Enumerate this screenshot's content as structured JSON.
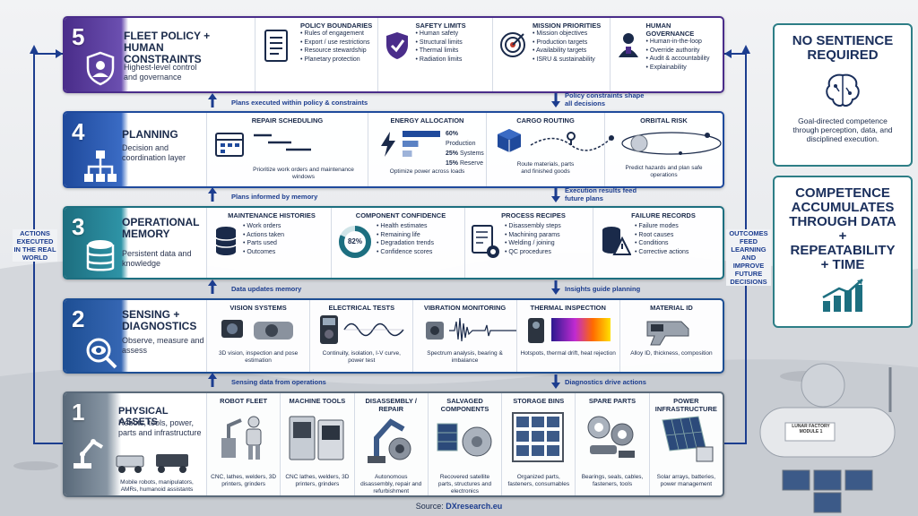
{
  "source_prefix": "Source: ",
  "source_link": "DXresearch.eu",
  "left_label": "ACTIONS EXECUTED IN THE REAL WORLD",
  "right_label": "OUTCOMES FEED LEARNING AND IMPROVE FUTURE DECISIONS",
  "side1": {
    "title": "NO SENTIENCE REQUIRED",
    "text": "Goal-directed competence through perception, data, and disciplined execution."
  },
  "side2": {
    "title": "COMPETENCE ACCUMULATES THROUGH DATA + REPEATABILITY + TIME"
  },
  "connectors": {
    "l5_left": "Plans executed within policy & constraints",
    "l5_right": "Policy constraints shape all decisions",
    "l4_left": "Plans informed by memory",
    "l4_right": "Execution results feed future plans",
    "l3_left": "Data updates memory",
    "l3_right": "Insights guide planning",
    "l2_left": "Sensing data from operations",
    "l2_right": "Diagnostics drive actions"
  },
  "layer5": {
    "num": "5",
    "title": "FLEET POLICY + HUMAN CONSTRAINTS",
    "sub": "Highest-level control and governance",
    "cards": [
      {
        "title": "POLICY BOUNDARIES",
        "items": [
          "Rules of engagement",
          "Export / use restrictions",
          "Resource stewardship",
          "Planetary protection"
        ]
      },
      {
        "title": "SAFETY LIMITS",
        "items": [
          "Human safety",
          "Structural limits",
          "Thermal limits",
          "Radiation limits"
        ]
      },
      {
        "title": "MISSION PRIORITIES",
        "items": [
          "Mission objectives",
          "Production targets",
          "Availability targets",
          "ISRU & sustainability"
        ]
      },
      {
        "title": "HUMAN GOVERNANCE",
        "items": [
          "Human-in-the-loop",
          "Override authority",
          "Audit & accountability",
          "Explainability"
        ]
      }
    ]
  },
  "layer4": {
    "num": "4",
    "title": "PLANNING",
    "sub": "Decision and coordination layer",
    "cards": [
      {
        "title": "REPAIR SCHEDULING",
        "cap": "Prioritize work orders and maintenance windows"
      },
      {
        "title": "ENERGY ALLOCATION",
        "cap": "Optimize power across loads",
        "bars": [
          {
            "pct": "60%",
            "label": "Production",
            "v": 0.6
          },
          {
            "pct": "25%",
            "label": "Systems",
            "v": 0.25
          },
          {
            "pct": "15%",
            "label": "Reserve",
            "v": 0.15
          }
        ]
      },
      {
        "title": "CARGO ROUTING",
        "cap": "Route materials, parts and finished goods"
      },
      {
        "title": "ORBITAL RISK",
        "cap": "Predict hazards and plan safe operations"
      }
    ]
  },
  "layer3": {
    "num": "3",
    "title": "OPERATIONAL MEMORY",
    "sub": "Persistent data and knowledge",
    "gauge": "82%",
    "cards": [
      {
        "title": "MAINTENANCE HISTORIES",
        "items": [
          "Work orders",
          "Actions taken",
          "Parts used",
          "Outcomes"
        ]
      },
      {
        "title": "COMPONENT CONFIDENCE",
        "items": [
          "Health estimates",
          "Remaining life",
          "Degradation trends",
          "Confidence scores"
        ]
      },
      {
        "title": "PROCESS RECIPES",
        "items": [
          "Disassembly steps",
          "Machining params",
          "Welding / joining",
          "QC procedures"
        ]
      },
      {
        "title": "FAILURE RECORDS",
        "items": [
          "Failure modes",
          "Root causes",
          "Conditions",
          "Corrective actions"
        ]
      }
    ]
  },
  "layer2": {
    "num": "2",
    "title": "SENSING + DIAGNOSTICS",
    "sub": "Observe, measure and assess",
    "cards": [
      {
        "title": "VISION SYSTEMS",
        "cap": "3D vision, inspection and pose estimation"
      },
      {
        "title": "ELECTRICAL TESTS",
        "cap": "Continuity, isolation, I-V curve, power test"
      },
      {
        "title": "VIBRATION MONITORING",
        "cap": "Spectrum analysis, bearing & imbalance"
      },
      {
        "title": "THERMAL INSPECTION",
        "cap": "Hotspots, thermal drift, heat rejection"
      },
      {
        "title": "MATERIAL ID",
        "cap": "Alloy ID, thickness, composition"
      }
    ]
  },
  "layer1": {
    "num": "1",
    "title": "PHYSICAL ASSETS",
    "sub": "Robots, tools, power, parts and infrastructure",
    "cap0": "Mobile robots, manipulators, AMRs, humanoid assistants",
    "cards": [
      {
        "title": "ROBOT FLEET",
        "cap": "CNC, lathes, welders, 3D printers, grinders"
      },
      {
        "title": "MACHINE TOOLS",
        "cap": "CNC lathes, welders, 3D printers, grinders"
      },
      {
        "title": "DISASSEMBLY / REPAIR",
        "cap": "Autonomous disassembly, repair and refurbishment"
      },
      {
        "title": "SALVAGED COMPONENTS",
        "cap": "Recovered satellite parts, structures and electronics"
      },
      {
        "title": "STORAGE BINS",
        "cap": "Organized parts, fasteners, consumables"
      },
      {
        "title": "SPARE PARTS",
        "cap": "Bearings, seals, cables, fasteners, tools"
      },
      {
        "title": "POWER INFRASTRUCTURE",
        "cap": "Solar arrays, batteries, power management"
      }
    ]
  },
  "lunar_sign": "LUNAR FACTORY MODULE 1",
  "colors": {
    "l5": "#4a2d8a",
    "l4": "#1f4a9c",
    "l3": "#1d6f80",
    "l2": "#1e4f94",
    "l1": "#5a6a7a",
    "arrow": "#1c3d8f"
  }
}
